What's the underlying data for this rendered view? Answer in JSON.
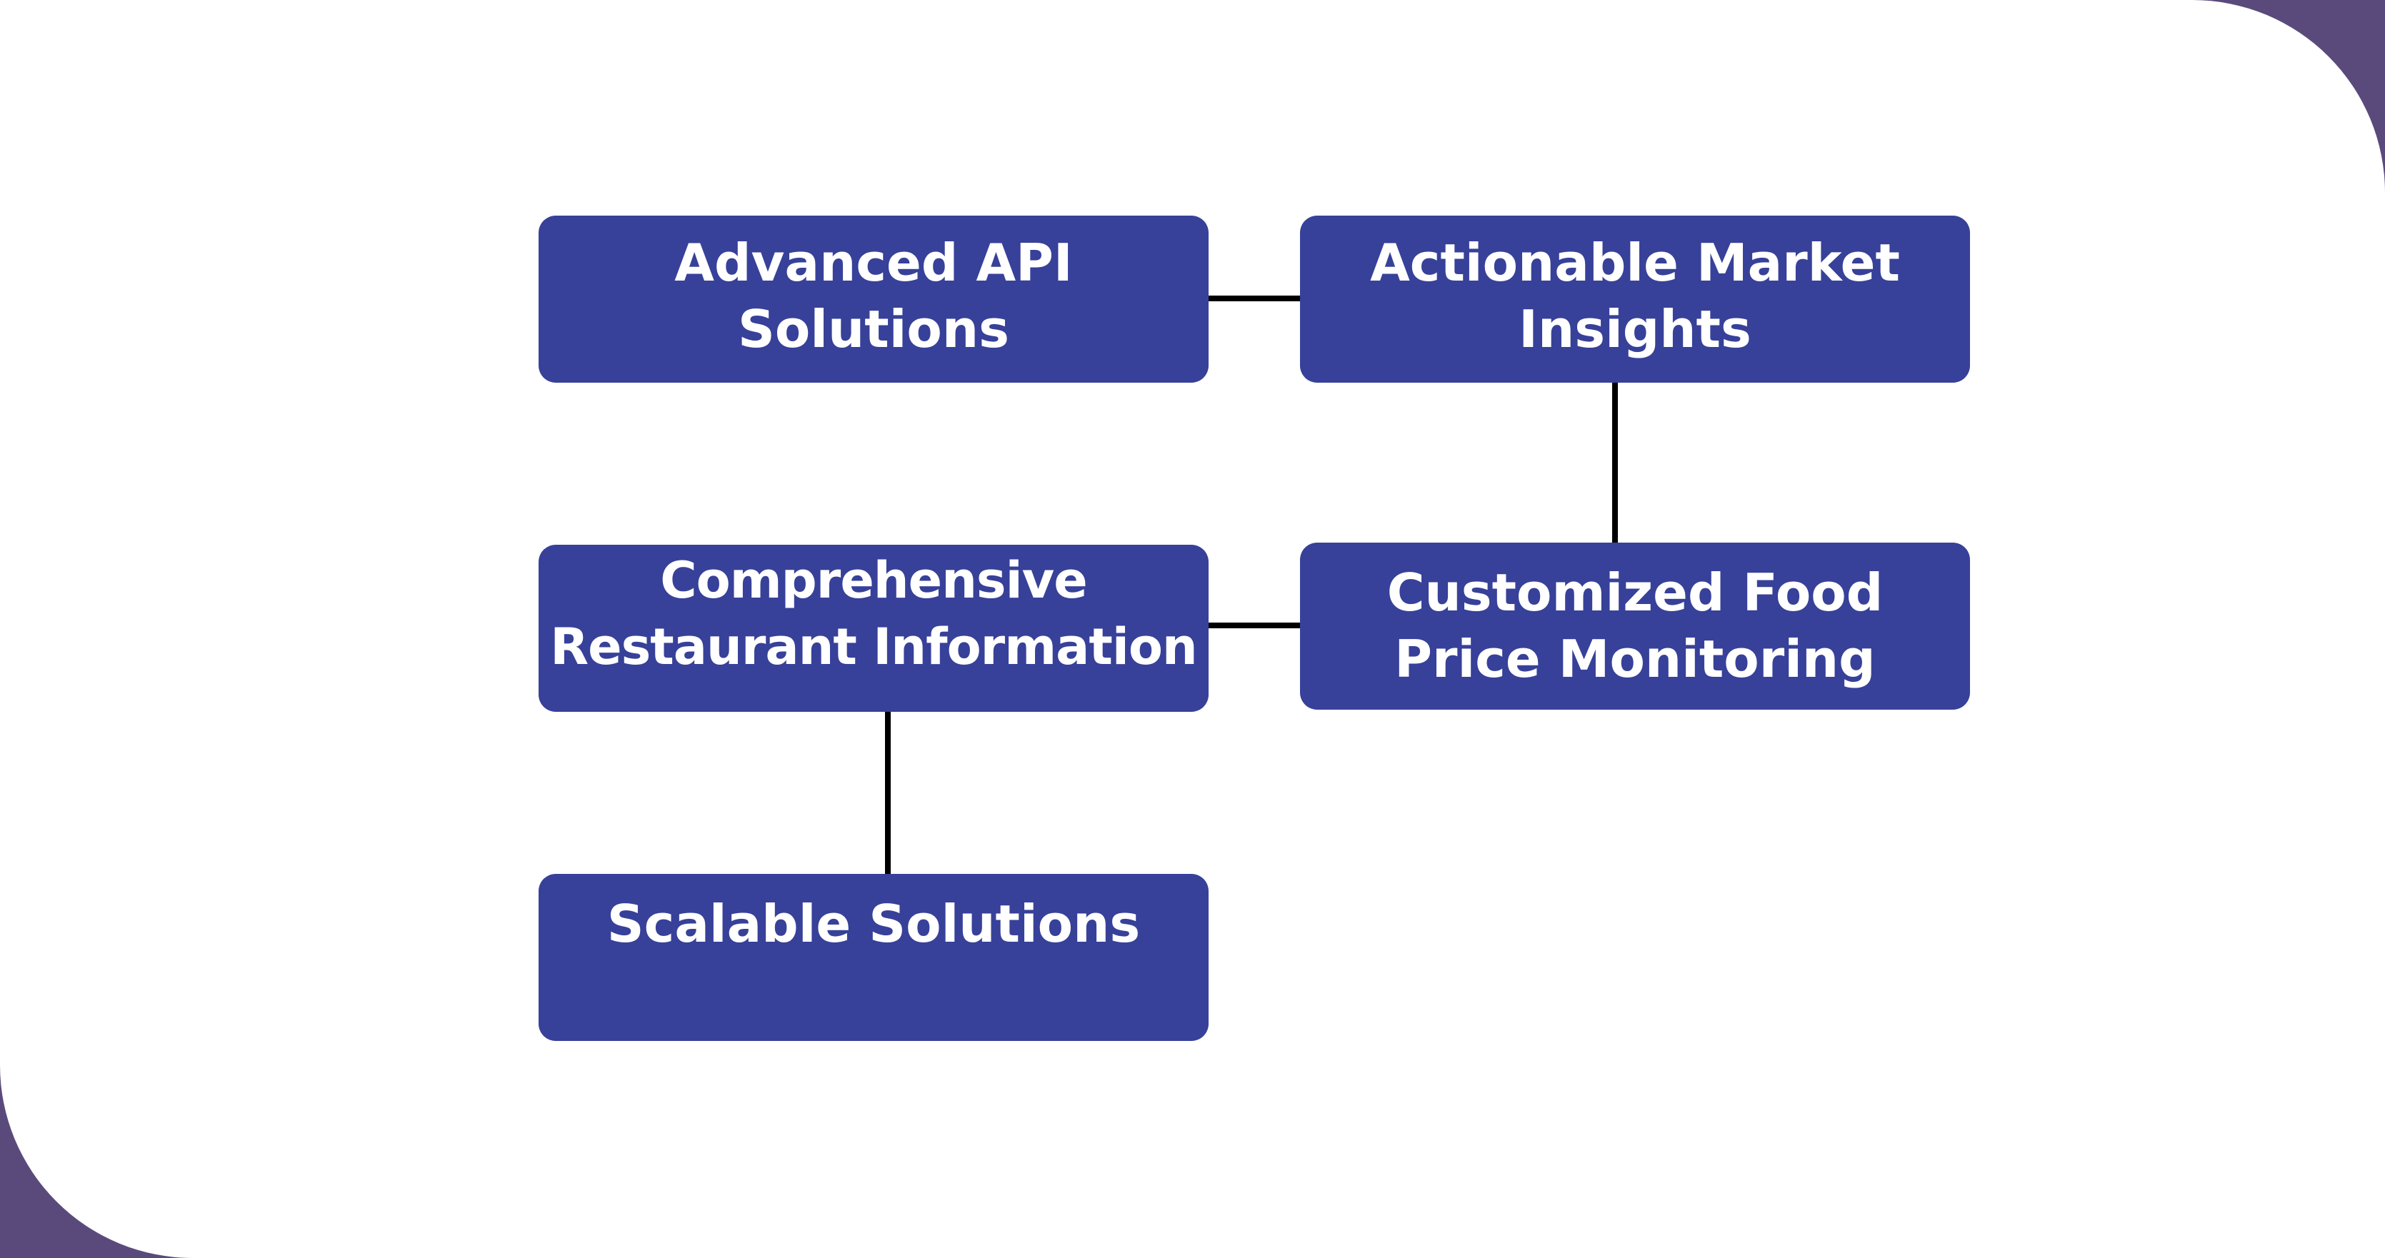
{
  "diagram": {
    "nodes": [
      {
        "id": "advanced-api",
        "lines": [
          "Advanced API",
          "Solutions"
        ]
      },
      {
        "id": "actionable-insights",
        "lines": [
          "Actionable Market",
          "Insights"
        ]
      },
      {
        "id": "restaurant-info",
        "lines": [
          "Comprehensive",
          "Restaurant Information"
        ]
      },
      {
        "id": "food-price",
        "lines": [
          "Customized Food",
          "Price Monitoring"
        ]
      },
      {
        "id": "scalable",
        "lines": [
          "Scalable Solutions"
        ]
      }
    ],
    "edges": [
      [
        "advanced-api",
        "actionable-insights"
      ],
      [
        "actionable-insights",
        "food-price"
      ],
      [
        "food-price",
        "restaurant-info"
      ],
      [
        "restaurant-info",
        "scalable"
      ]
    ]
  },
  "colors": {
    "node_fill": "#374199",
    "node_text": "#ffffff",
    "connector": "#000000",
    "background": "#ffffff",
    "corner_accent": "#5a4a7c"
  }
}
